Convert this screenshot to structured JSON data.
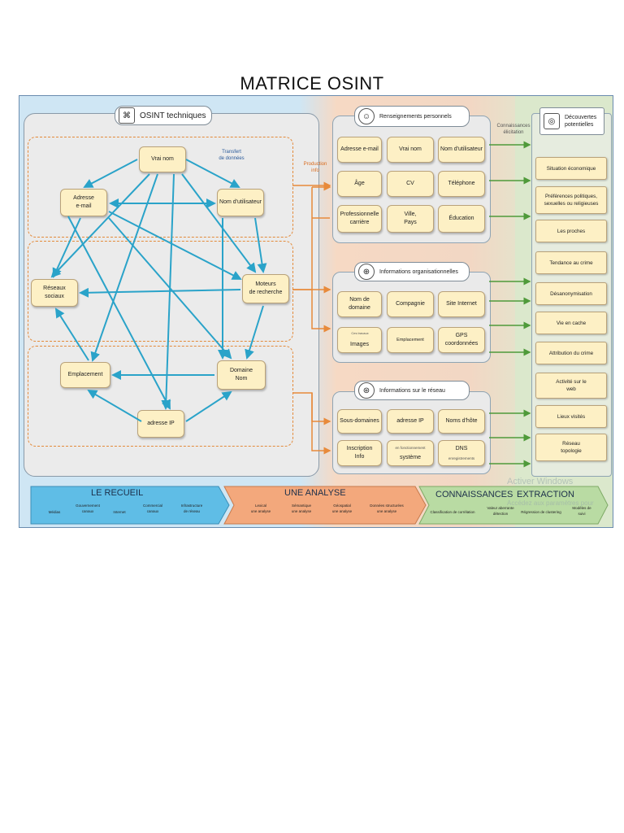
{
  "title": "MATRICE OSINT",
  "osint": {
    "header": "OSINT techniques",
    "transfer_label": "Transfert\nde données",
    "nodes": {
      "vrai_nom": "Vrai nom",
      "adresse_email": "Adresse\ne-mail",
      "nom_utilisateur": "Nom d'utilisateur",
      "reseaux_sociaux": "Réseaux\nsociaux",
      "moteurs": "Moteurs\nde recherche",
      "emplacement": "Emplacement",
      "domaine": "Domaine\nNom",
      "adresse_ip": "adresse IP"
    }
  },
  "production_label": "Production\ninfo",
  "connaissances_label": "Connaissances\nélicitation",
  "perso": {
    "header": "Renseignements personnels",
    "items": [
      "Adresse e-mail",
      "Vrai nom",
      "Nom d'utilisateur",
      "Âge",
      "CV",
      "Téléphone",
      "Professionnelle\ncarrière",
      "Ville,\nPays",
      "Éducation"
    ]
  },
  "org": {
    "header": "Informations organisationnelles",
    "items": [
      "Nom de\ndomaine",
      "Compagnie",
      "Site Internet",
      "Images",
      "Emplacement",
      "GPS\ncoordonnées"
    ],
    "small_label": "Ces travaux"
  },
  "reseau": {
    "header": "Informations sur le réseau",
    "items": [
      "Sous-domaines",
      "adresse IP",
      "Noms d'hôte",
      "Inscription\nInfo",
      "système",
      "DNS"
    ],
    "small_label_1": "en fonctionnement",
    "small_label_2": "enregistrements"
  },
  "decouvertes": {
    "header": "Découvertes\npotentielles",
    "items": [
      "Situation économique",
      "Préférences politiques,\nsexuelles ou religieuses",
      "Les proches",
      "Tendance au crime",
      "Désanonymisation",
      "Vie en cache",
      "Attribution du crime",
      "Activité sur le\nweb",
      "Lieux visités",
      "Réseau\ntopologie"
    ]
  },
  "stages": {
    "recueil": {
      "title": "LE RECUEIL",
      "items": [
        "Médias",
        "Gouvernement\ncanaux",
        "Internet",
        "Commercial\ncanaux",
        "Infrastructure\nde réseau"
      ]
    },
    "analyse": {
      "title": "UNE ANALYSE",
      "items": [
        "Lexical\nune analyse",
        "Sémantique\nune analyse",
        "Géospatial\nune analyse",
        "Données structurées\nune analyse"
      ]
    },
    "connaissances": {
      "title": "CONNAISSANCES",
      "title2": "EXTRACTION",
      "items": [
        "Classification de corrélation",
        "Valeur aberrante\ndétection",
        "Régression de clustering",
        "Modèles de\nsuivi"
      ]
    }
  },
  "watermark": {
    "line1": "Activer Windows",
    "line2": "Accédez aux paramètres pour"
  },
  "colors": {
    "arrow_blue": "#2aa3c9",
    "arrow_orange": "#e88a3a",
    "arrow_green": "#4f9a3a",
    "node_fill": "#fdf0c5"
  }
}
